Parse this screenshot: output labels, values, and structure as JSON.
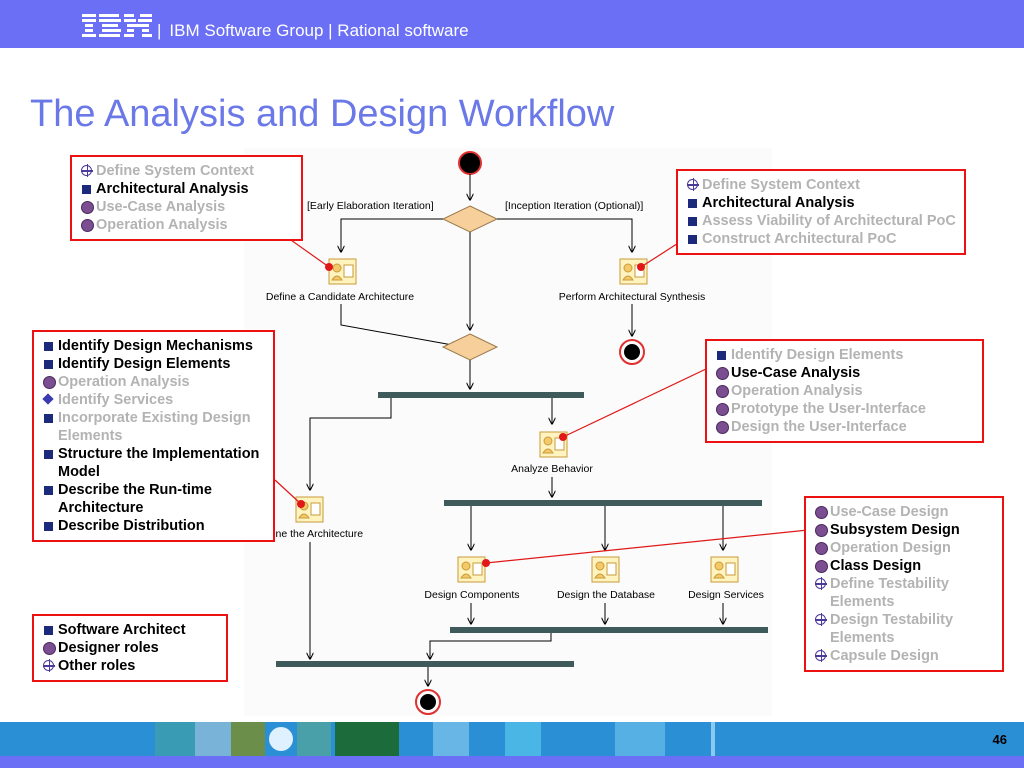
{
  "header": {
    "brand": "IBM",
    "separator": "|",
    "group_text": "IBM Software Group | Rational software"
  },
  "title": "The Analysis and Design Workflow",
  "diagram": {
    "guards": {
      "early": "[Early Elaboration Iteration]",
      "inception": "[Inception Iteration (Optional)]"
    },
    "activities": {
      "candidate": "Define a Candidate Architecture",
      "synthesis": "Perform Architectural Synthesis",
      "analyze": "Analyze Behavior",
      "refine": "Refine the Architecture",
      "components": "Design Components",
      "database": "Design the Database",
      "services": "Design Services"
    }
  },
  "callouts": {
    "candidate": [
      {
        "icon": "cross",
        "text": "Define System Context",
        "active": false
      },
      {
        "icon": "square",
        "text": "Architectural Analysis",
        "active": true
      },
      {
        "icon": "circle",
        "text": "Use-Case Analysis",
        "active": false
      },
      {
        "icon": "circle",
        "text": "Operation Analysis",
        "active": false
      }
    ],
    "synthesis": [
      {
        "icon": "cross",
        "text": "Define System Context",
        "active": false
      },
      {
        "icon": "square",
        "text": "Architectural Analysis",
        "active": true
      },
      {
        "icon": "square",
        "text": "Assess Viability of Architectural PoC",
        "active": false
      },
      {
        "icon": "square",
        "text": "Construct Architectural PoC",
        "active": false
      }
    ],
    "refine": [
      {
        "icon": "square",
        "text": "Identify Design Mechanisms",
        "active": true
      },
      {
        "icon": "square",
        "text": "Identify Design Elements",
        "active": true
      },
      {
        "icon": "circle",
        "text": "Operation Analysis",
        "active": false
      },
      {
        "icon": "diamond",
        "text": "Identify Services",
        "active": false
      },
      {
        "icon": "square",
        "text": "Incorporate Existing Design Elements",
        "active": false
      },
      {
        "icon": "square",
        "text": "Structure the Implementation Model",
        "active": true
      },
      {
        "icon": "square",
        "text": "Describe the Run-time Architecture",
        "active": true
      },
      {
        "icon": "square",
        "text": "Describe Distribution",
        "active": true
      }
    ],
    "analyze": [
      {
        "icon": "square",
        "text": "Identify Design Elements",
        "active": false
      },
      {
        "icon": "circle",
        "text": "Use-Case Analysis",
        "active": true
      },
      {
        "icon": "circle",
        "text": "Operation Analysis",
        "active": false
      },
      {
        "icon": "circle",
        "text": "Prototype the User-Interface",
        "active": false
      },
      {
        "icon": "circle",
        "text": "Design the User-Interface",
        "active": false
      }
    ],
    "components": [
      {
        "icon": "circle",
        "text": "Use-Case Design",
        "active": false
      },
      {
        "icon": "circle",
        "text": "Subsystem Design",
        "active": true
      },
      {
        "icon": "circle",
        "text": "Operation Design",
        "active": false
      },
      {
        "icon": "circle",
        "text": "Class Design",
        "active": true
      },
      {
        "icon": "cross",
        "text": "Define Testability Elements",
        "active": false
      },
      {
        "icon": "cross",
        "text": "Design Testability Elements",
        "active": false
      },
      {
        "icon": "cross",
        "text": "Capsule Design",
        "active": false
      }
    ],
    "legend": [
      {
        "icon": "square",
        "text": "Software Architect",
        "active": true
      },
      {
        "icon": "circle",
        "text": "Designer roles",
        "active": true
      },
      {
        "icon": "cross",
        "text": "Other roles",
        "active": true
      }
    ]
  },
  "footer": {
    "page_number": "46"
  },
  "colors": {
    "header_bar": "#6b6ff5",
    "title": "#6b78e8",
    "callout_border": "#e11111",
    "dim_text": "#b3b3b3",
    "sync_bar": "#3f5a5a",
    "decision": "#f7cf9b",
    "footer_band": "#2b8fd6"
  }
}
